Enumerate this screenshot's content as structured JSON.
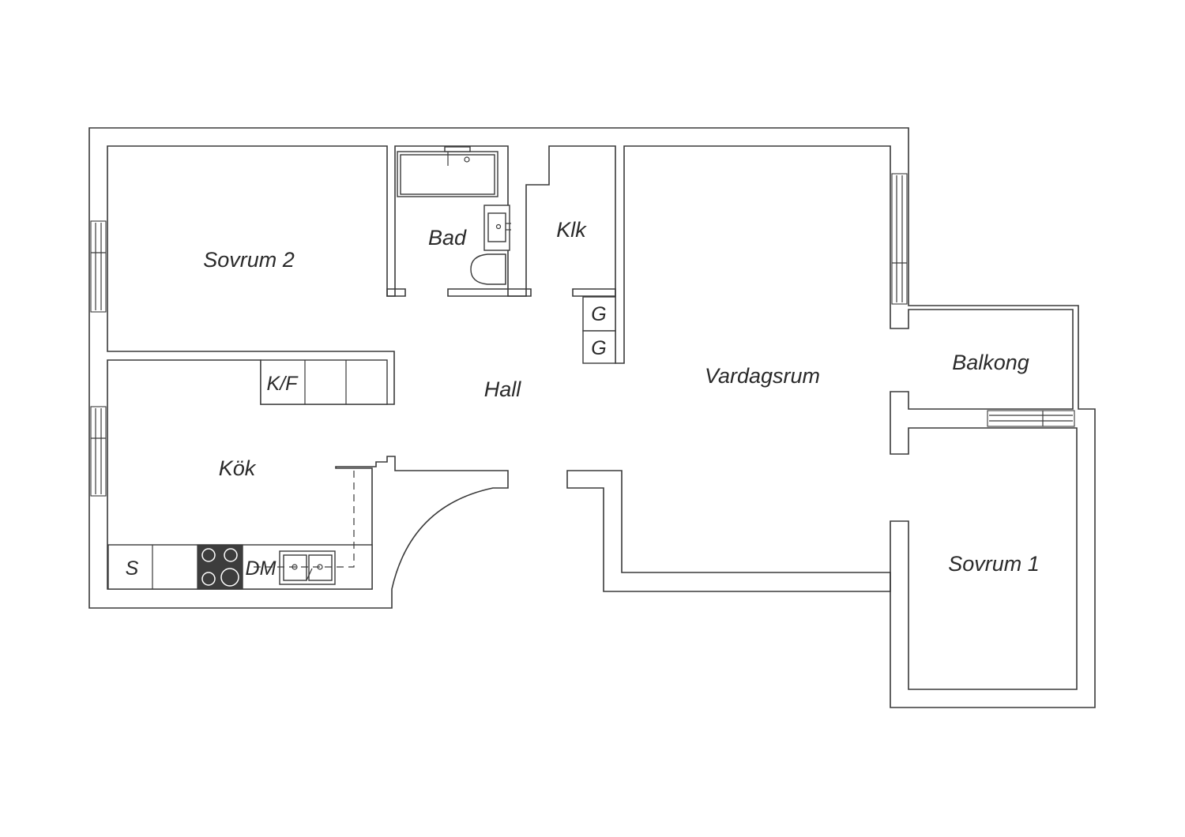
{
  "rooms": {
    "sovrum2": "Sovrum 2",
    "bad": "Bad",
    "klk": "Klk",
    "vardagsrum": "Vardagsrum",
    "balkong": "Balkong",
    "hall": "Hall",
    "kok": "Kök",
    "sovrum1": "Sovrum 1"
  },
  "fixtures": {
    "wardrobe_1": "G",
    "wardrobe_2": "G",
    "fridge_freezer": "K/F",
    "storage": "S",
    "dishwasher": "DM"
  },
  "colors": {
    "line": "#3a3a3a",
    "stove": "#3d3d3d",
    "background": "#ffffff"
  }
}
